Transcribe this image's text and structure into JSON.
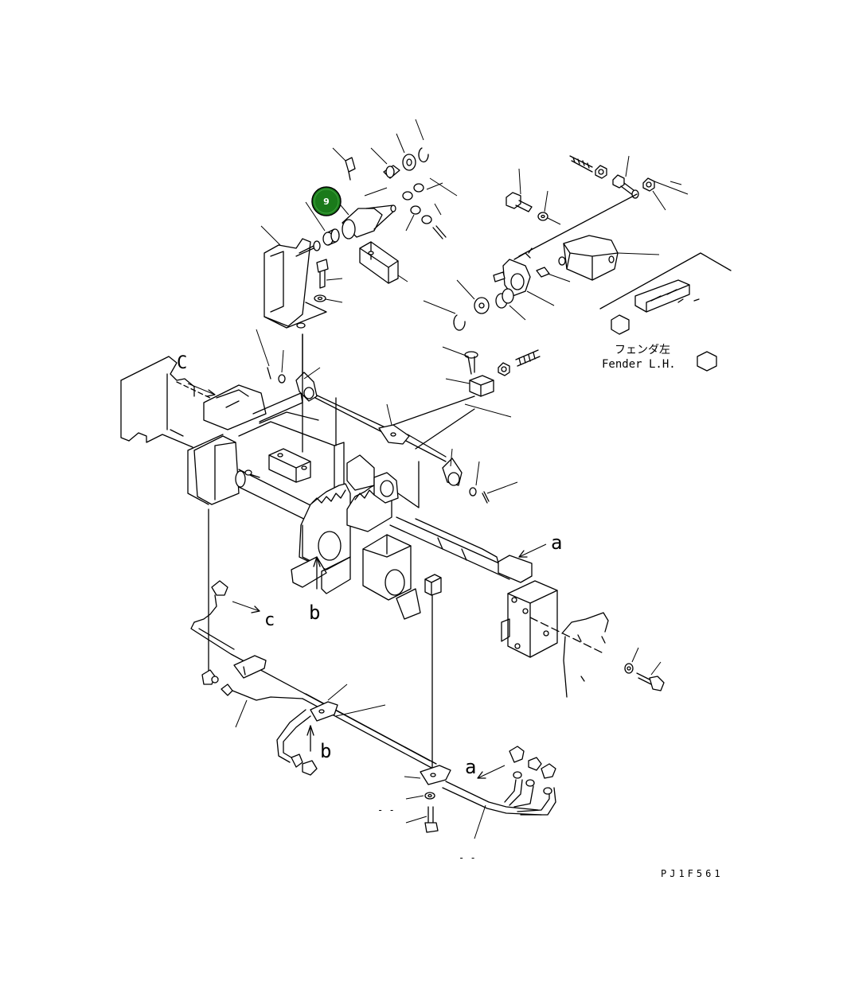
{
  "callout": {
    "label": "9",
    "color": "#1a7a1a"
  },
  "labels": {
    "fender_jp": "フェンダ左",
    "fender_en": "Fender L.H.",
    "view_c_upper": "C",
    "view_c_lower": "c",
    "view_a_upper": "a",
    "view_a_lower": "a",
    "view_b_upper": "b",
    "view_b_lower": "b",
    "drawing_code": "PJ1F561",
    "qty_mark_1": "- -",
    "qty_mark_2": "- -"
  },
  "icons": {
    "bolt": "hex-bolt-icon",
    "washer": "washer-icon",
    "nut": "hex-nut-icon",
    "snap_ring": "snap-ring-icon",
    "bushing": "bushing-icon",
    "grease_fitting": "grease-fitting-icon"
  }
}
